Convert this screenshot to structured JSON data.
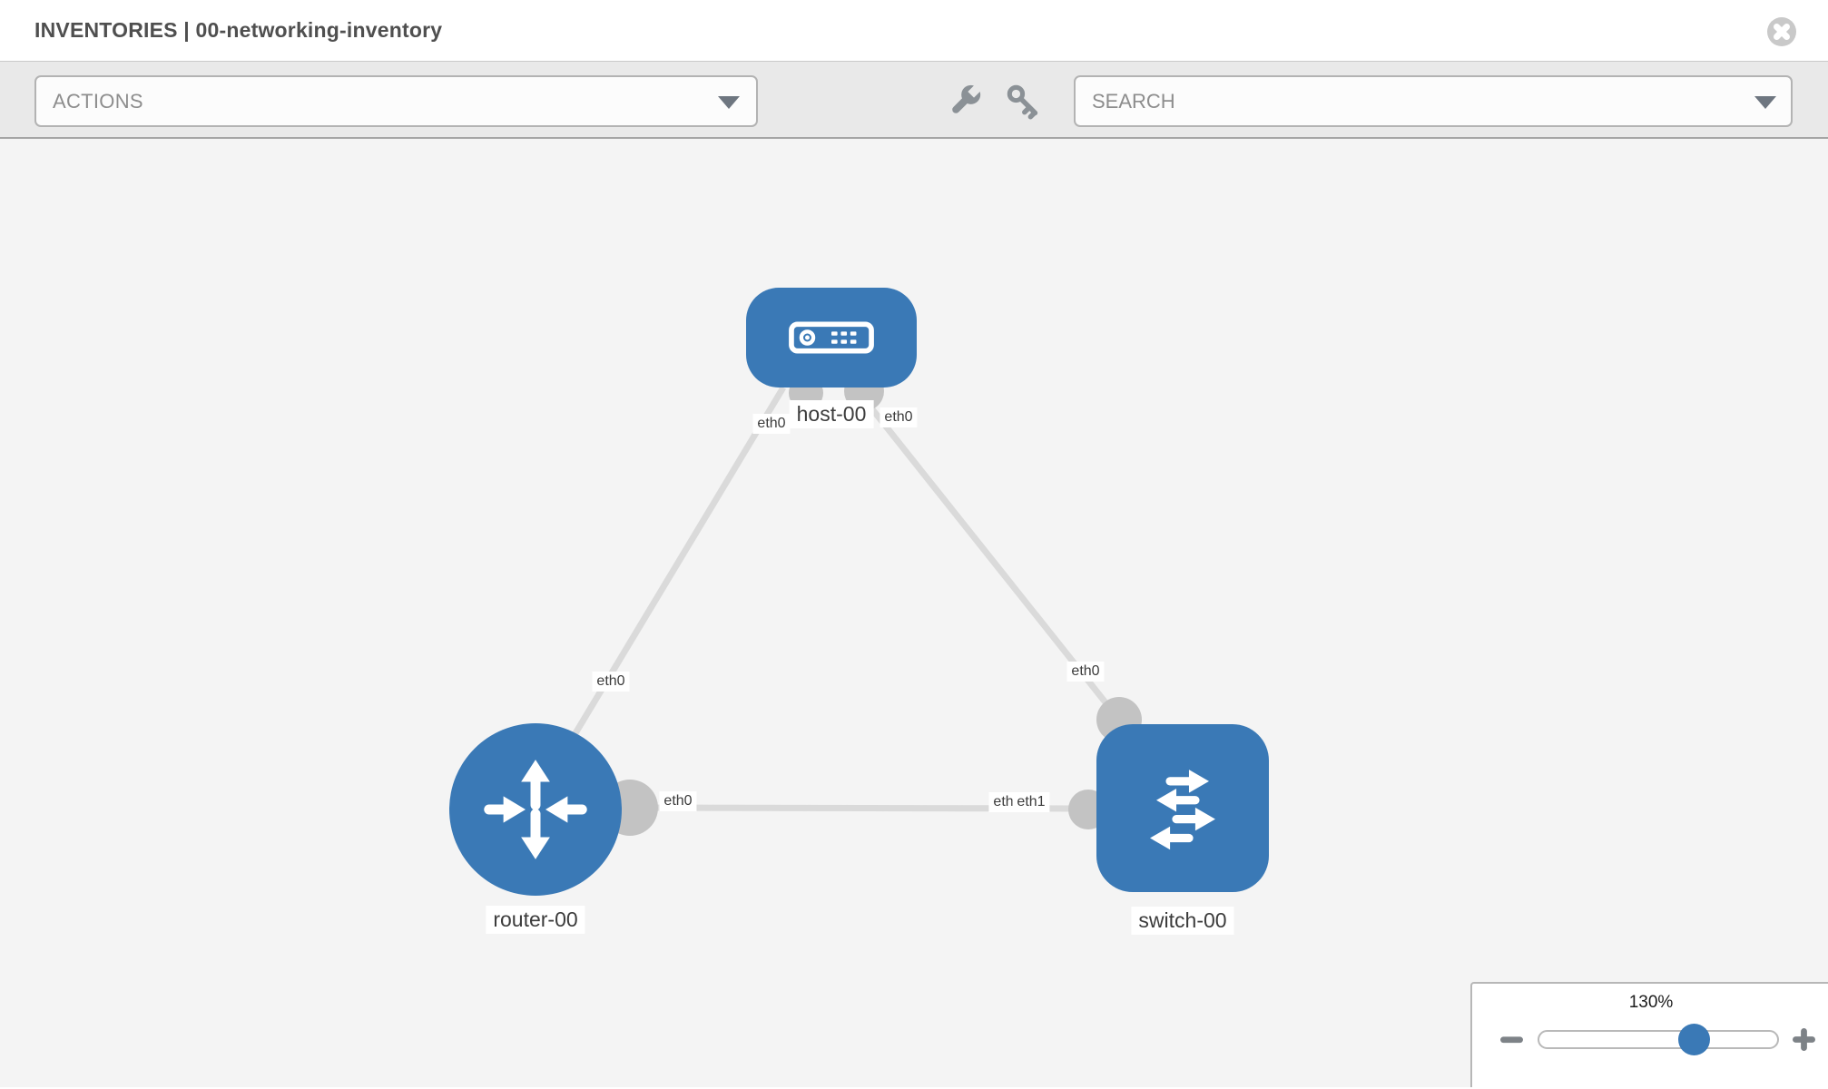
{
  "header": {
    "title": "INVENTORIES | 00-networking-inventory"
  },
  "toolbar": {
    "actions_label": "ACTIONS",
    "search_placeholder": "SEARCH"
  },
  "diagram": {
    "nodes": [
      {
        "id": "host-00",
        "type": "host",
        "label": "host-00"
      },
      {
        "id": "router-00",
        "type": "router",
        "label": "router-00"
      },
      {
        "id": "switch-00",
        "type": "switch",
        "label": "switch-00"
      }
    ],
    "interface_labels": {
      "host_left": "eth0",
      "host_right": "eth0",
      "router_top": "eth0",
      "router_right": "eth0",
      "switch_top": "eth0",
      "switch_left_back": "eth0",
      "switch_left_front": "eth1"
    },
    "links": [
      {
        "from": "host-00",
        "from_iface": "eth0",
        "to": "router-00",
        "to_iface": "eth0"
      },
      {
        "from": "host-00",
        "from_iface": "eth0",
        "to": "switch-00",
        "to_iface": "eth0"
      },
      {
        "from": "router-00",
        "from_iface": "eth0",
        "to": "switch-00",
        "to_iface": "eth1"
      }
    ]
  },
  "zoom_control": {
    "value": "130%"
  },
  "colors": {
    "node_blue": "#3a79b6",
    "link_gray": "#dadada",
    "interface_stub_gray": "#c3c3c3",
    "toolbar_gray": "#e9e9e9",
    "canvas_gray": "#f4f4f4",
    "slider_handle_blue": "#3a79b6"
  }
}
